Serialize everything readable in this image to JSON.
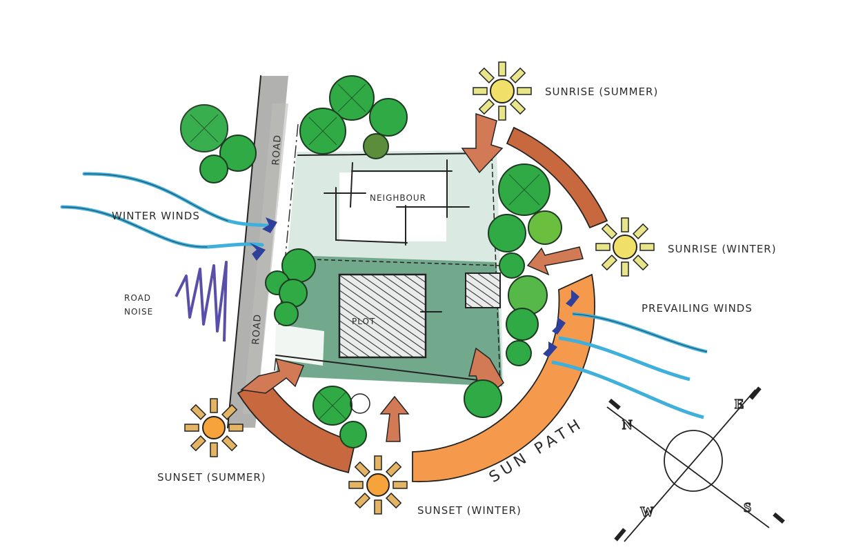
{
  "diagram": {
    "type": "site-analysis-sketch",
    "colors": {
      "paper": "#ffffff",
      "road": "#a9a9a6",
      "site_green_light": "#d6e8df",
      "site_green_dark": "#5f9c7c",
      "sun_path_summer": "#c8683f",
      "sun_path_winter": "#f59a4c",
      "wind_blue": "#3fb0dc",
      "arrow_navy": "#2f3f9c",
      "noise_purple": "#5a4fa8",
      "tree_green": "#2faa45",
      "sun_summer_fill": "#f0e06a",
      "sun_winter_fill": "#f5a33a"
    }
  },
  "labels": {
    "sunrise_summer": "SUNRISE (SUMMER)",
    "sunrise_winter": "SUNRISE (WINTER)",
    "prevailing_winds": "PREVAILING WINDS",
    "winter_winds": "WINTER WINDS",
    "road_noise_line1": "ROAD",
    "road_noise_line2": "NOISE",
    "road_top": "ROAD",
    "road_bottom": "ROAD",
    "neighbour": "NEIGHBOUR",
    "plot": "PLOT",
    "sunset_summer": "SUNSET (SUMMER)",
    "sunset_winter": "SUNSET (WINTER)",
    "sun_path": "SUN PATH"
  },
  "compass": {
    "north": "N",
    "east": "E",
    "south": "S",
    "west": "W"
  }
}
